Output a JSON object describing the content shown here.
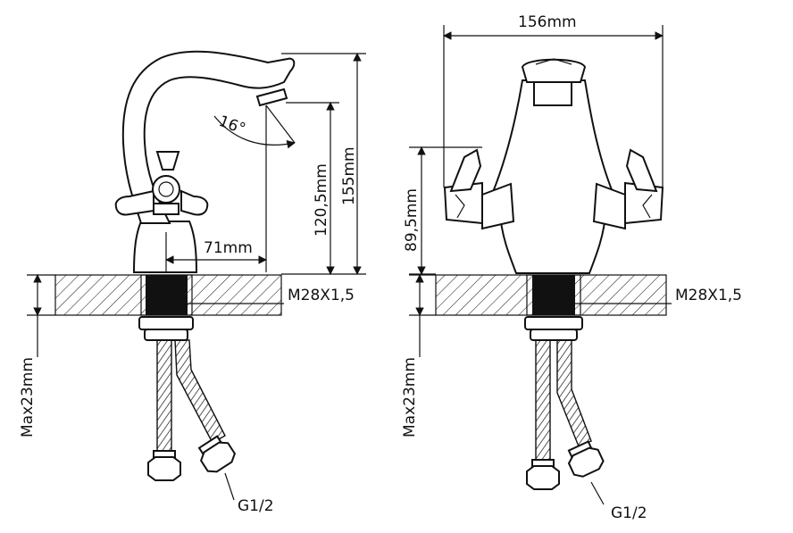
{
  "left_view": {
    "angle": "16°",
    "spout_reach": "71mm",
    "spout_height": "120,5mm",
    "total_height": "155mm",
    "thread": "M28X1,5",
    "max_thickness": "Max23mm",
    "connection": "G1/2"
  },
  "right_view": {
    "width": "156mm",
    "handle_height": "89,5mm",
    "thread": "M28X1,5",
    "max_thickness": "Max23mm",
    "connection": "G1/2"
  }
}
